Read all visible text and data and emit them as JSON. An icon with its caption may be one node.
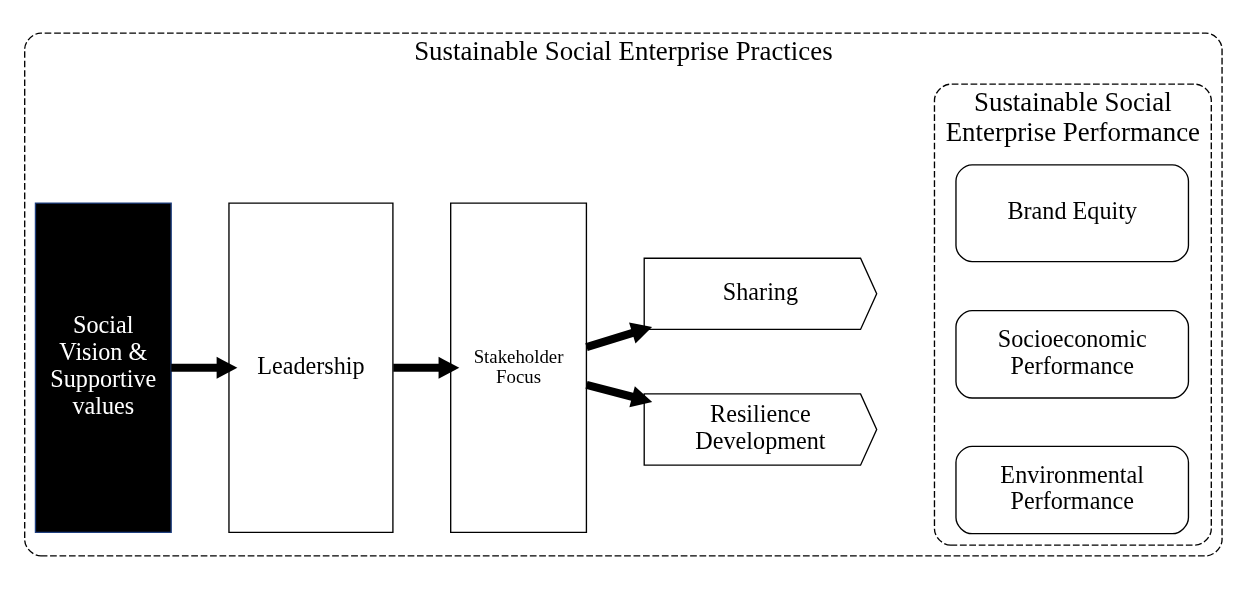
{
  "diagram": {
    "nodes": [
      {
        "text": [
          "Sustainable Social Enterprise Practices"
        ]
      },
      {
        "text": [
          "Social Vision & Supportive values"
        ],
        "in": 0
      },
      {
        "text": [
          "Leadership"
        ],
        "in": 0
      },
      {
        "text": [
          "Stakeholder Focus"
        ],
        "in": 0
      },
      {
        "text": [
          "Resilience Development"
        ],
        "in": 0
      },
      {
        "text": [
          "Sharing"
        ],
        "in": 0
      },
      {
        "text": [
          "Sustainable Social Enterprise Performance"
        ],
        "in": 0
      },
      {
        "text": [
          "Brand Equity"
        ],
        "in": 6
      },
      {
        "text": [
          "Socioeconomic Performance"
        ],
        "in": 6
      },
      {
        "text": [
          "Environmental Performance"
        ],
        "in": 6
      }
    ],
    "edges": [
      {
        "from": 1,
        "to": 2,
        "arrow": "to"
      },
      {
        "from": 2,
        "to": 3,
        "arrow": "to"
      },
      {
        "from": 3,
        "to": 4,
        "arrow": "to"
      },
      {
        "from": 3,
        "to": 5,
        "arrow": "to"
      }
    ]
  }
}
